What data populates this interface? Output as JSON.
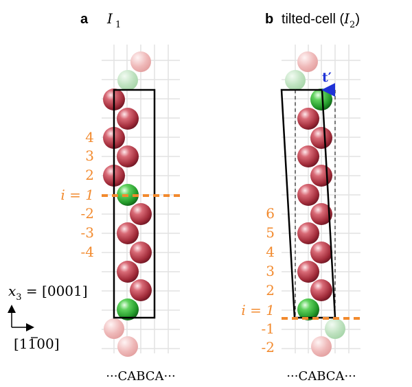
{
  "panel_a": {
    "letter": "a",
    "title_var": "I",
    "title_sub": "1",
    "labels": [
      "4",
      "3",
      "2",
      "i = 1",
      "-2",
      "-3",
      "-4"
    ],
    "stacking": "···CABCA···"
  },
  "panel_b": {
    "letter": "b",
    "title_text": "tilted-cell (",
    "title_var": "I",
    "title_sub": "2",
    "title_close": ")",
    "tilt_label": "t′",
    "labels": [
      "6",
      "5",
      "4",
      "3",
      "2",
      "i = 1",
      "-1",
      "-2"
    ],
    "stacking": "···CABCA···"
  },
  "axes": {
    "x3_label": "x",
    "x3_sub": "3",
    "x3_value": " = [0001]",
    "horizontal_label": "[1100]"
  },
  "colors": {
    "red_atom": "#b53a48",
    "green_atom": "#2fa03a",
    "label_orange": "#f28a2e",
    "tilt_blue": "#1f33d6",
    "grid": "#e2e2e2"
  }
}
